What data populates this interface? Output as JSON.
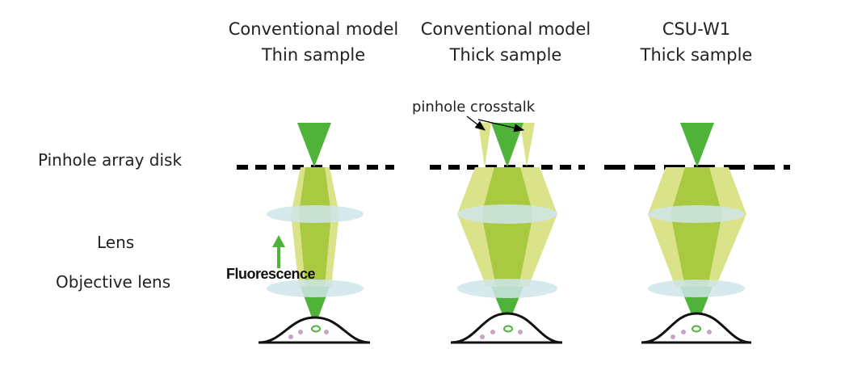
{
  "columns": [
    {
      "title_line1": "Conventional model",
      "title_line2": "Thin sample"
    },
    {
      "title_line1": "Conventional model",
      "title_line2": "Thick sample"
    },
    {
      "title_line1": "CSU-W1",
      "title_line2": "Thick sample"
    }
  ],
  "row_labels": {
    "pinhole": "Pinhole array disk",
    "lens": "Lens",
    "objective": "Objective lens"
  },
  "annotations": {
    "crosstalk": "pinhole crosstalk",
    "fluorescence": "Fluorescence"
  },
  "colors": {
    "green": "#4fb33a",
    "yellow_green": "#dbe38a",
    "lens": "#cfe5ea",
    "pinhole_dash": "#000000",
    "particle": "#c9a3c4"
  }
}
